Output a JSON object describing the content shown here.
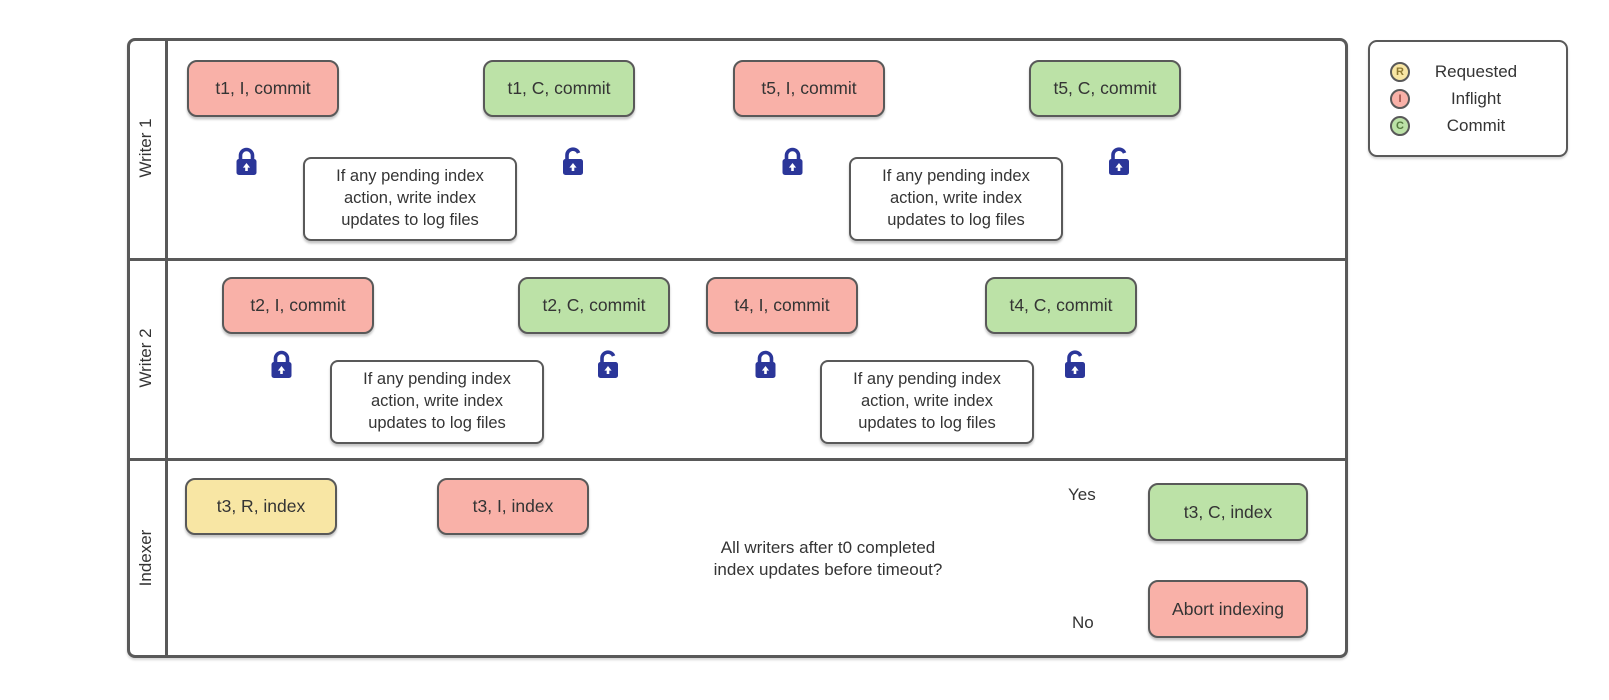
{
  "colors": {
    "stroke": "#595959",
    "inflight_fill": "#f9b1a8",
    "commit_fill": "#bce2a7",
    "requested_fill": "#f8e6a4",
    "note_fill": "#ffffff",
    "lock_blue": "#2b3699",
    "text": "#343434"
  },
  "lanes": [
    {
      "label": "Writer 1"
    },
    {
      "label": "Writer 2"
    },
    {
      "label": "Indexer"
    }
  ],
  "writers": [
    {
      "lane": "Writer 1",
      "groups": [
        {
          "inflight": "t1, I, commit",
          "note": "If any pending index action, write index updates to log files",
          "commit": "t1, C, commit"
        },
        {
          "inflight": "t5, I, commit",
          "note": "If any pending index action, write index updates to log files",
          "commit": "t5, C, commit"
        }
      ]
    },
    {
      "lane": "Writer 2",
      "groups": [
        {
          "inflight": "t2, I, commit",
          "note": "If any pending index action, write index updates to log files",
          "commit": "t2, C, commit"
        },
        {
          "inflight": "t4, I, commit",
          "note": "If any pending index action, write index updates to log files",
          "commit": "t4, C, commit"
        }
      ]
    }
  ],
  "indexer": {
    "requested": "t3, R, index",
    "inflight": "t3, I, index",
    "decision": "All writers after t0 completed index updates before timeout?",
    "yes_label": "Yes",
    "no_label": "No",
    "commit": "t3, C, index",
    "abort": "Abort indexing"
  },
  "legend": {
    "items": [
      {
        "letter": "R",
        "label": "Requested",
        "fill": "#f8e6a4",
        "letter_color": "#8f7a33"
      },
      {
        "letter": "I",
        "label": "Inflight",
        "fill": "#f9b1a8",
        "letter_color": "#9c4f47"
      },
      {
        "letter": "C",
        "label": "Commit",
        "fill": "#bce2a7",
        "letter_color": "#55793f"
      }
    ]
  }
}
